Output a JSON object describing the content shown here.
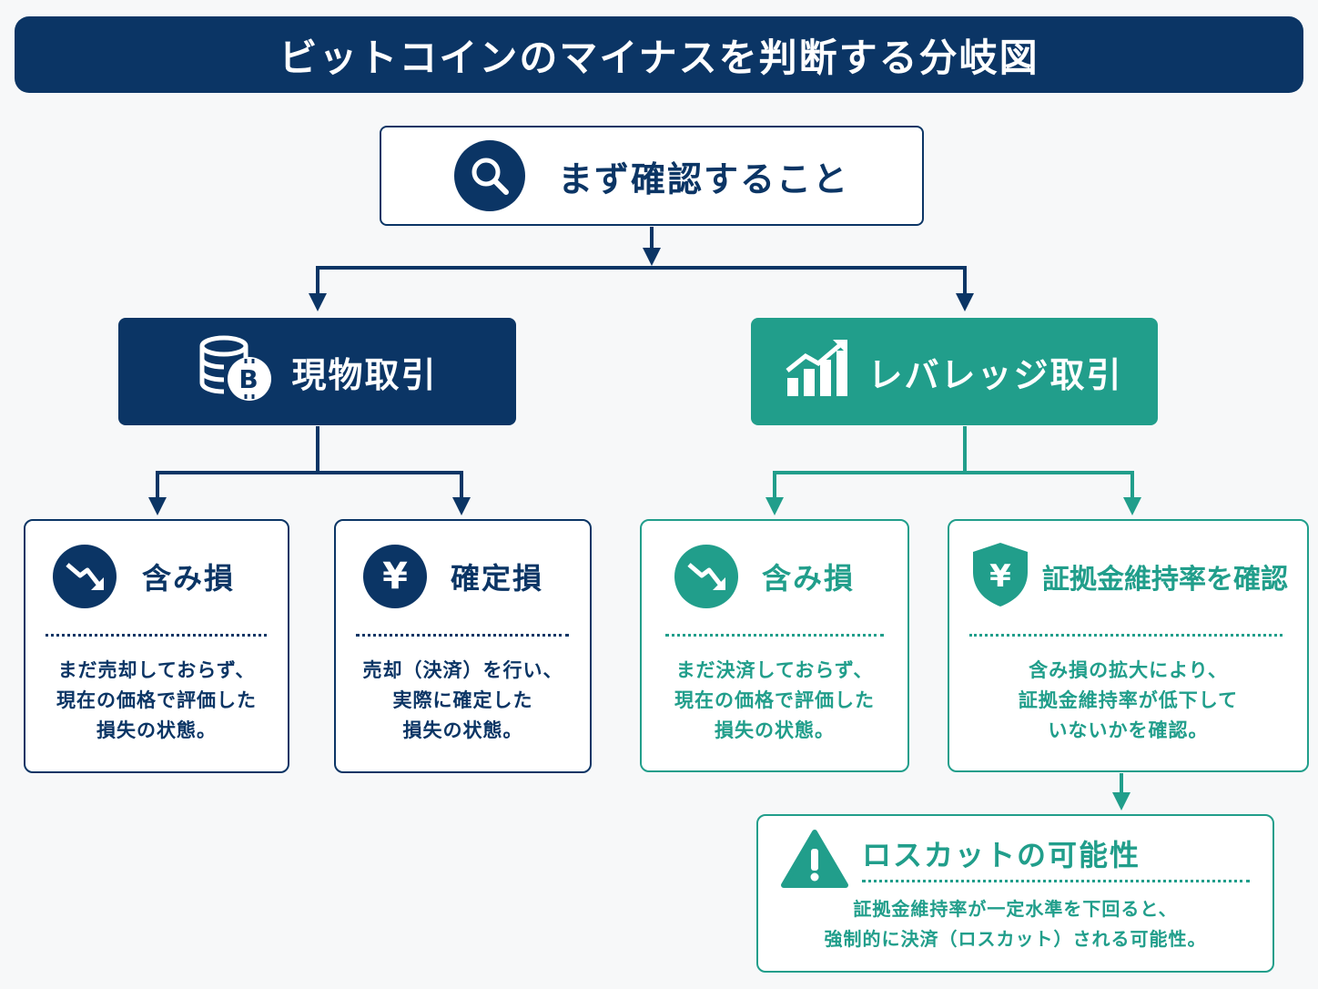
{
  "title": "ビットコインのマイナスを判断する分岐図",
  "start": {
    "label": "まず確認すること",
    "icon": "search-icon"
  },
  "categories": [
    {
      "label": "現物取引",
      "icon": "bitcoin-coins-icon",
      "color": "#0b3565"
    },
    {
      "label": "レバレッジ取引",
      "icon": "rising-chart-icon",
      "color": "#219e8b"
    }
  ],
  "cards": [
    {
      "title": "含み損",
      "icon": "trend-down-icon",
      "lines": [
        "まだ売却しておらず、",
        "現在の価格で評価した",
        "損失の状態。"
      ]
    },
    {
      "title": "確定損",
      "icon": "yen-icon",
      "lines": [
        "売却（決済）を行い、",
        "実際に確定した",
        "損失の状態。"
      ]
    },
    {
      "title": "含み損",
      "icon": "trend-down-icon",
      "lines": [
        "まだ決済しておらず、",
        "現在の価格で評価した",
        "損失の状態。"
      ]
    },
    {
      "title": "証拠金維持率を確認",
      "icon": "yen-shield-icon",
      "lines": [
        "含み損の拡大により、",
        "証拠金維持率が低下して",
        "いないかを確認。"
      ]
    }
  ],
  "losscut": {
    "title": "ロスカットの可能性",
    "icon": "warning-icon",
    "lines": [
      "証拠金維持率が一定水準を下回ると、",
      "強制的に決済（ロスカット）される可能性。"
    ]
  },
  "colors": {
    "navy": "#0b3565",
    "teal": "#219e8b",
    "background": "#f7f8f9"
  }
}
